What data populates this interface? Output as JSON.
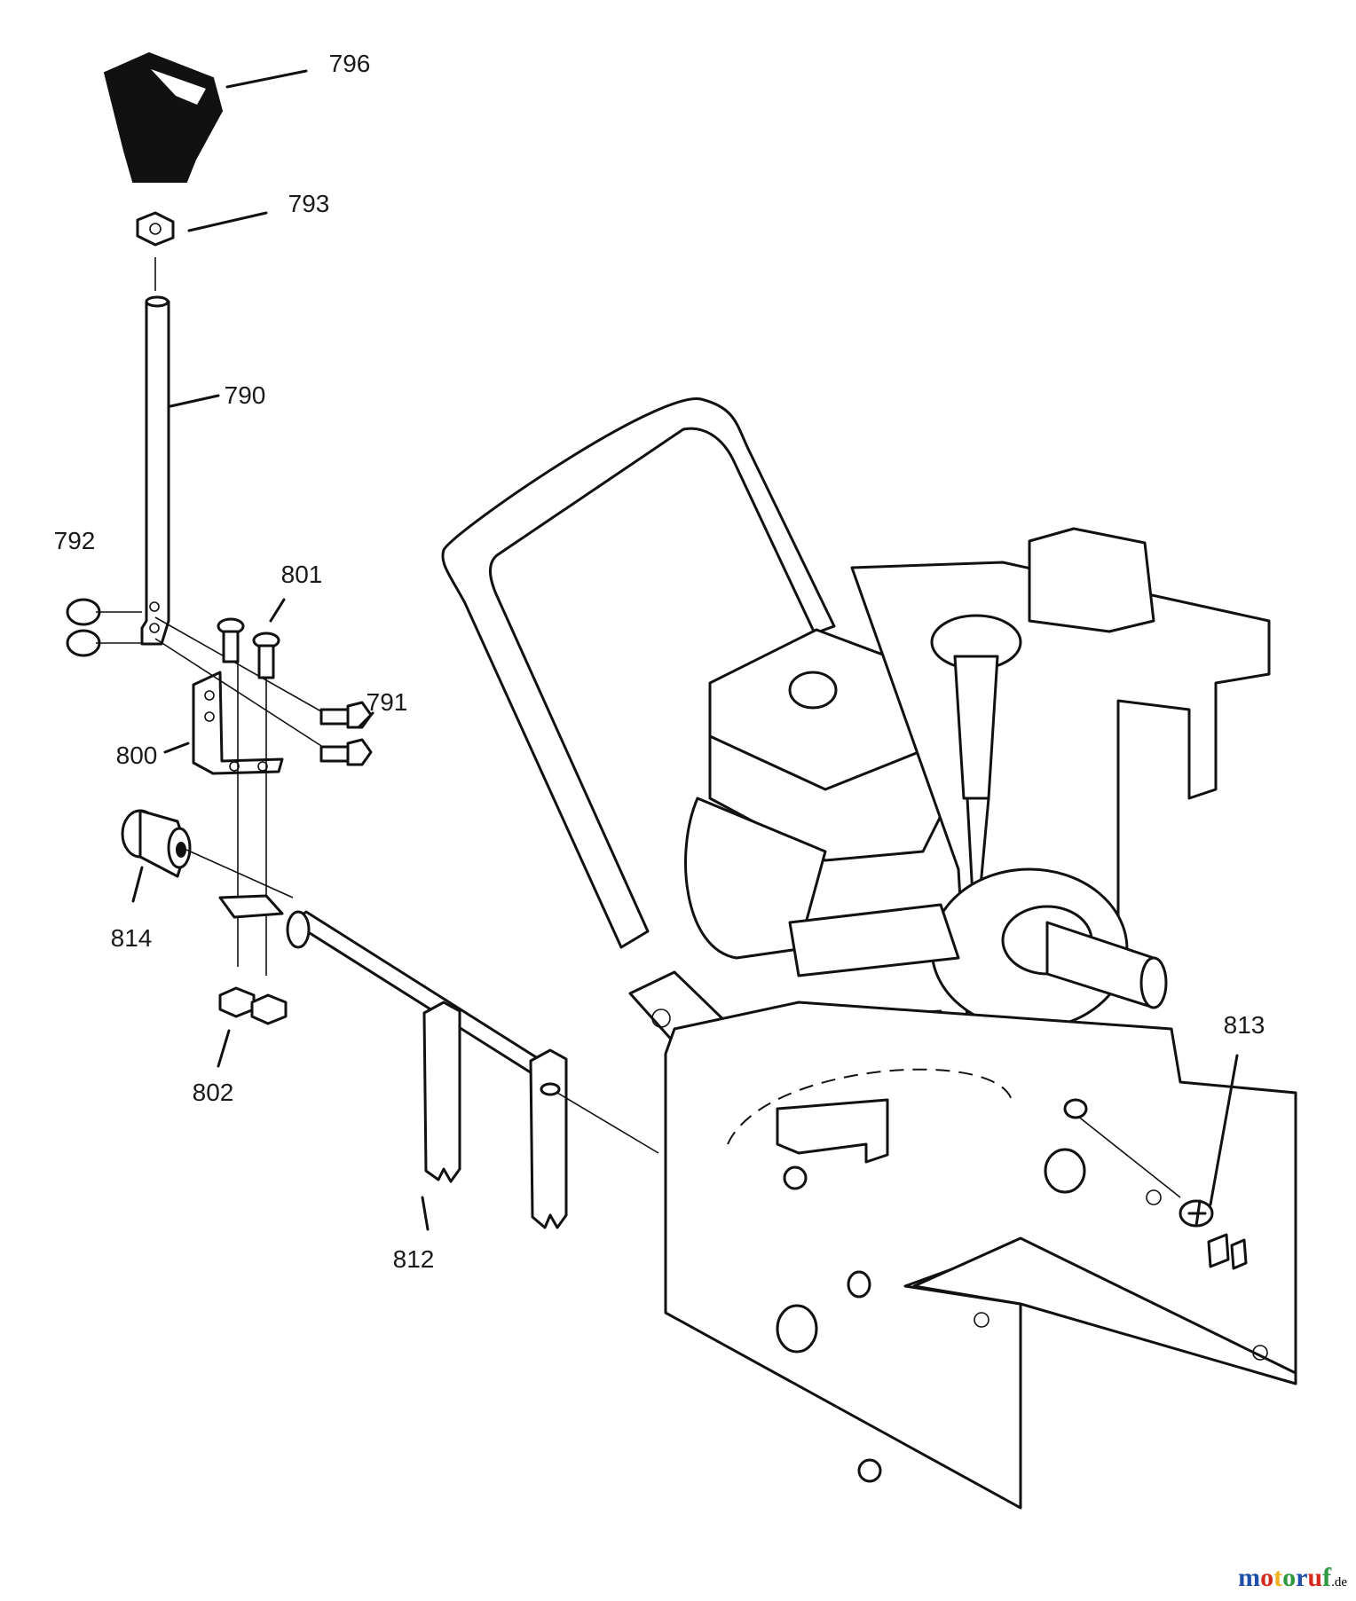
{
  "callouts": [
    {
      "id": "p796",
      "text": "796"
    },
    {
      "id": "p793",
      "text": "793"
    },
    {
      "id": "p790",
      "text": "790"
    },
    {
      "id": "p792",
      "text": "792"
    },
    {
      "id": "p801",
      "text": "801"
    },
    {
      "id": "p791",
      "text": "791"
    },
    {
      "id": "p800",
      "text": "800"
    },
    {
      "id": "p814",
      "text": "814"
    },
    {
      "id": "p802",
      "text": "802"
    },
    {
      "id": "p812",
      "text": "812"
    },
    {
      "id": "p813",
      "text": "813"
    }
  ],
  "watermark": {
    "name": "motoruf",
    "suffix": ".de",
    "colors": [
      "#1f4fa8",
      "#d42a1e",
      "#f2b01e",
      "#2e9a3f",
      "#1f4fa8",
      "#d42a1e",
      "#2e9a3f"
    ]
  }
}
